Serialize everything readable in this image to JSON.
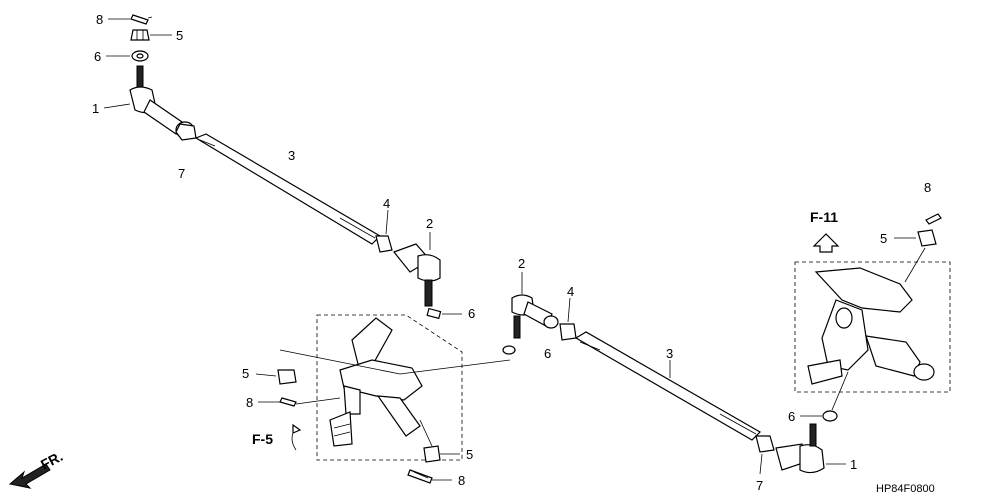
{
  "callouts": {
    "left_top_8": "8",
    "left_top_5": "5",
    "left_top_6": "6",
    "left_top_1": "1",
    "left_3": "3",
    "left_7": "7",
    "left_4": "4",
    "left_2": "2",
    "left_6_mid": "6",
    "left_5_low": "5",
    "left_8_low": "8",
    "left_5_bottom": "5",
    "left_8_bottom": "8",
    "right_2": "2",
    "right_4": "4",
    "right_6_mid": "6",
    "right_3": "3",
    "right_8_top": "8",
    "right_5_top": "5",
    "right_6_low": "6",
    "right_1": "1",
    "right_7": "7"
  },
  "references": {
    "f11": "F-11",
    "f5": "F-5",
    "fr": "FR."
  },
  "diagram_code": "HP84F0800"
}
